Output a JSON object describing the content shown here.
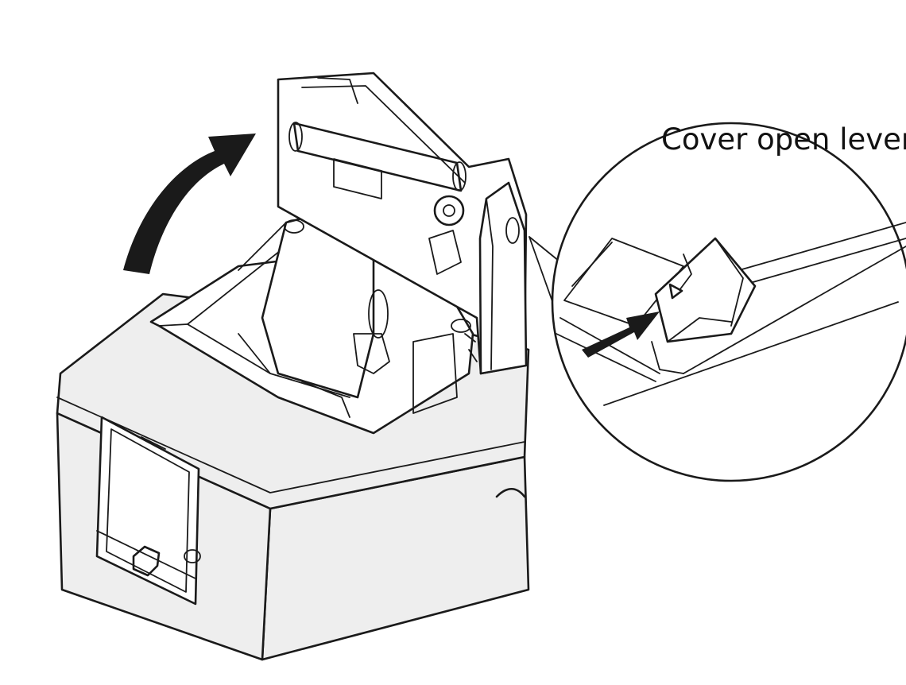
{
  "figure": {
    "callout_label": "Cover open lever",
    "colors": {
      "line": "#1a1a1a",
      "body_fill": "#eeeeee",
      "background": "#ffffff",
      "arrow": "#1a1a1a"
    },
    "icons": [
      "curved-open-arrow",
      "push-arrow",
      "lever-triangle-mark"
    ]
  }
}
